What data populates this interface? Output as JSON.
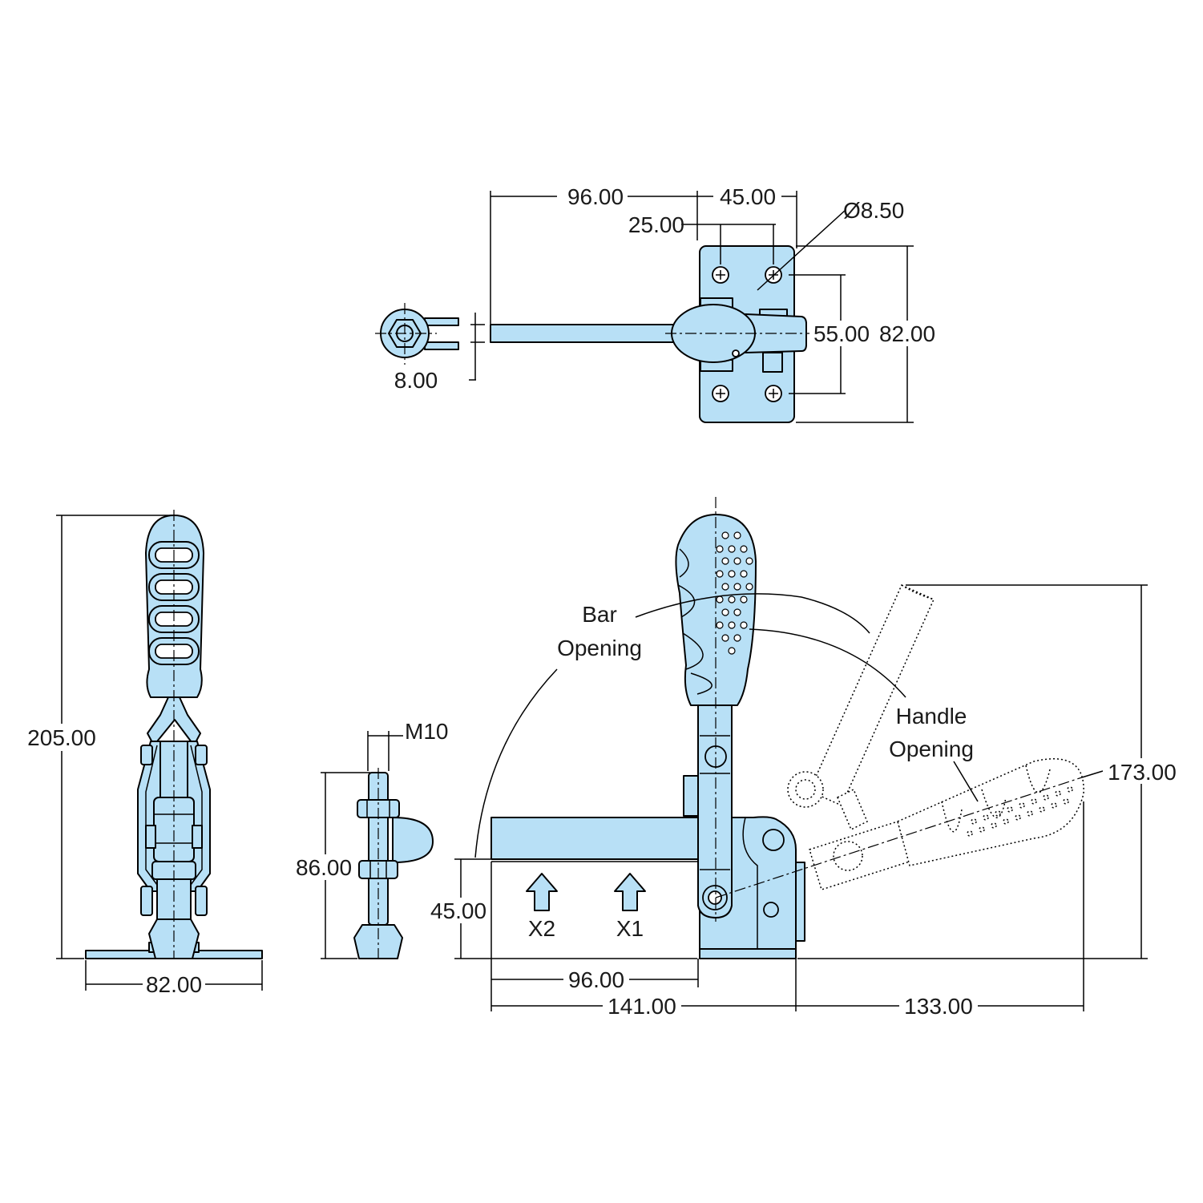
{
  "dimensions": {
    "top_bar_length": "96.00",
    "top_base_length": "45.00",
    "top_hole_spacing": "25.00",
    "hole_diameter": "Ø8.50",
    "top_hole_pitch": "55.00",
    "top_base_width": "82.00",
    "bar_width": "8.00",
    "overall_height": "205.00",
    "base_width": "82.00",
    "thread": "M10",
    "spindle_height": "86.00",
    "bar_height": "45.00",
    "bottom_bar_length": "96.00",
    "overall_length": "141.00",
    "handle_reach": "133.00",
    "open_height": "173.00"
  },
  "labels": {
    "bar_opening_1": "Bar",
    "bar_opening_2": "Opening",
    "handle_opening_1": "Handle",
    "handle_opening_2": "Opening",
    "arrow_x2": "X2",
    "arrow_x1": "X1"
  },
  "colors": {
    "part_fill": "#b8e0f6",
    "line": "#000000",
    "background": "#ffffff"
  }
}
